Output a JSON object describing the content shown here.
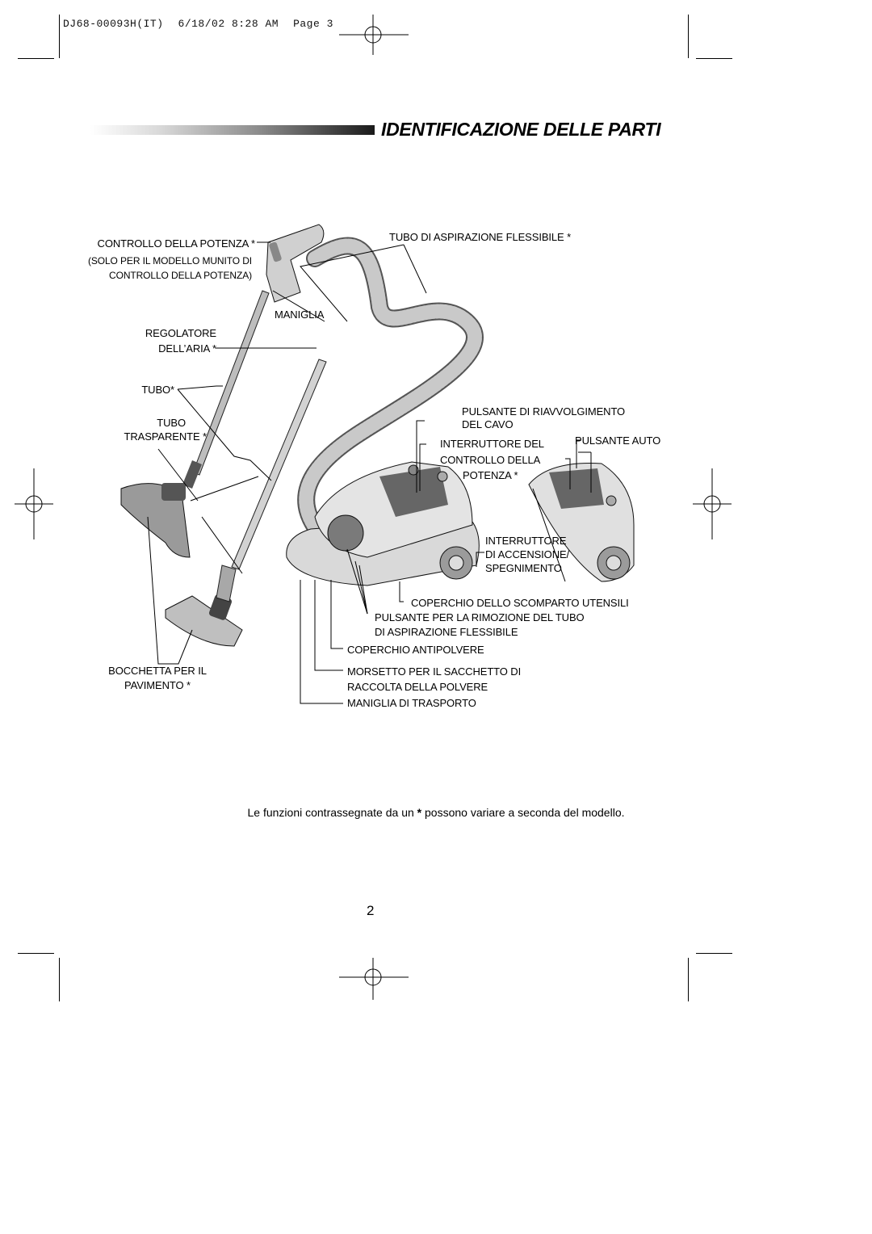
{
  "print_header": {
    "job": "DJ68-00093H(IT)",
    "date": "6/18/02",
    "time": "8:28 AM",
    "page_label": "Page 3"
  },
  "title": "IDENTIFICAZIONE DELLE PARTI",
  "labels": {
    "controllo_potenza": "CONTROLLO DELLA POTENZA *",
    "solo_modello_1": "(SOLO PER IL MODELLO MUNITO DI",
    "solo_modello_2": "CONTROLLO DELLA POTENZA)",
    "maniglia": "MANIGLIA",
    "regolatore_1": "REGOLATORE",
    "regolatore_2": "DELL’ARIA *",
    "tubo_star": "TUBO*",
    "tubo_trasparente_1": "TUBO",
    "tubo_trasparente_2": "TRASPARENTE *",
    "bocchetta_1": "BOCCHETTA PER IL",
    "bocchetta_2": "PAVIMENTO *",
    "tubo_flessibile": "TUBO DI ASPIRAZIONE FLESSIBILE *",
    "pulsante_riavv_1": "PULSANTE DI RIAVVOLGIMENTO",
    "pulsante_riavv_2": "DEL CAVO",
    "interruttore_del": "INTERRUTTORE DEL",
    "controllo_della": "CONTROLLO DELLA",
    "potenza": "POTENZA *",
    "pulsante_auto": "PULSANTE AUTO",
    "interruttore_1": "INTERRUTTORE",
    "interruttore_2": "DI ACCENSIONE/",
    "interruttore_3": "SPEGNIMENTO",
    "coperchio_utensili": "COPERCHIO DELLO SCOMPARTO UTENSILI",
    "pulsante_rimozione_1": "PULSANTE PER LA RIMOZIONE DEL TUBO",
    "pulsante_rimozione_2": "DI ASPIRAZIONE FLESSIBILE",
    "coperchio_antipolvere": "COPERCHIO ANTIPOLVERE",
    "morsetto_1": "MORSETTO PER IL SACCHETTO DI",
    "morsetto_2": "RACCOLTA DELLA POLVERE",
    "maniglia_trasporto": "MANIGLIA DI TRASPORTO"
  },
  "footnote_before": "Le funzioni contrassegnate da un",
  "footnote_star": "*",
  "footnote_after": "possono variare a seconda del modello.",
  "page_number": "2"
}
